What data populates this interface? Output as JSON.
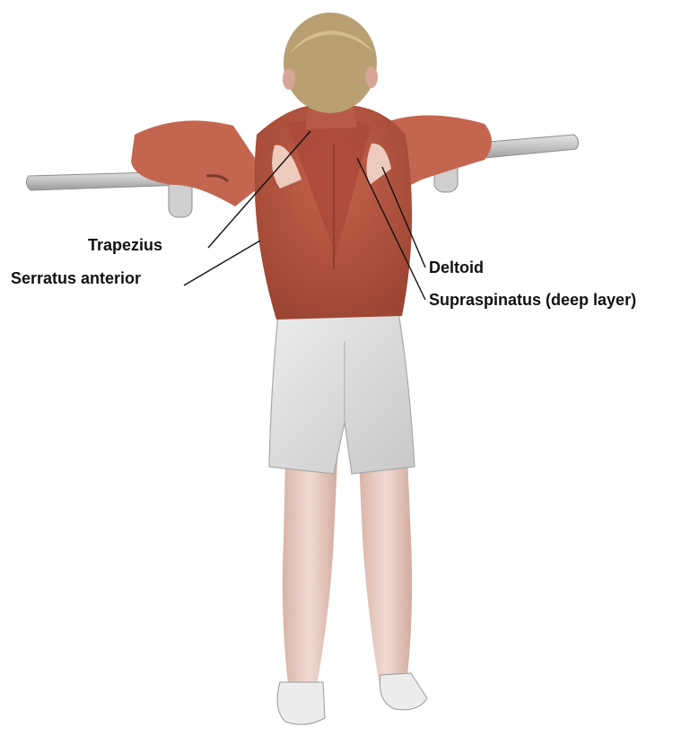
{
  "labels": {
    "trapezius": "Trapezius",
    "serratus_anterior": "Serratus anterior",
    "deltoid": "Deltoid",
    "supraspinatus": "Supraspinatus (deep layer)"
  },
  "colors": {
    "skin": "#e6c9bd",
    "muscle": "#b8553f",
    "muscle_dark": "#8f3a2a",
    "shorts": "#d9d9d9",
    "bar": "#c4c4c4",
    "hair": "#b59d6e",
    "leader_line": "#111111"
  }
}
